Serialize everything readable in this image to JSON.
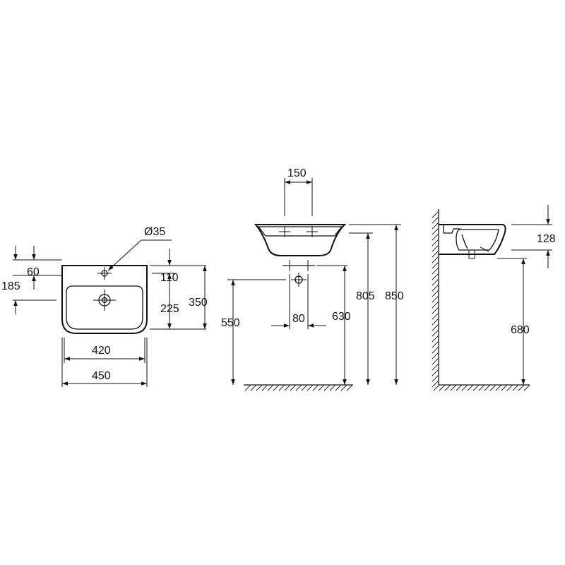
{
  "front_view": {
    "hole_diameter": "Ø35",
    "dim_60": "60",
    "dim_185": "185",
    "dim_110": "110",
    "dim_225": "225",
    "dim_350": "350",
    "dim_420": "420",
    "dim_450": "450"
  },
  "section_view": {
    "dim_150": "150",
    "dim_80": "80",
    "dim_550": "550",
    "dim_630": "630",
    "dim_805": "805",
    "dim_850": "850"
  },
  "side_view": {
    "dim_128": "128",
    "dim_680": "680"
  }
}
